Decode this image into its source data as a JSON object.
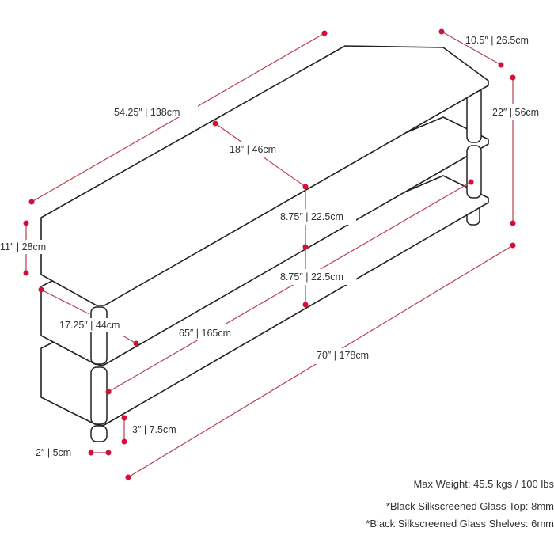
{
  "dimensions": {
    "top_width": "54.25″ | 138cm",
    "side_depth": "10.5″ | 26.5cm",
    "right_height": "22″ | 56cm",
    "top_depth": "18″ | 46cm",
    "gap_upper": "8.75″ | 22.5cm",
    "gap_lower": "8.75″ | 22.5cm",
    "side_height": "11″ | 28cm",
    "shelf_depth": "17.25″ | 44cm",
    "shelf_width": "65″ | 165cm",
    "overall_width": "70″ | 178cm",
    "leg_height": "3″ | 7.5cm",
    "leg_diameter": "2″ | 5cm"
  },
  "notes": {
    "max_weight": "Max Weight: 45.5 kgs / 100 lbs",
    "glass_top": "*Black Silkscreened Glass Top: 8mm",
    "glass_shelves": "*Black Silkscreened Glass Shelves: 6mm"
  },
  "colors": {
    "accent": "#d0103a",
    "line": "#222222"
  }
}
